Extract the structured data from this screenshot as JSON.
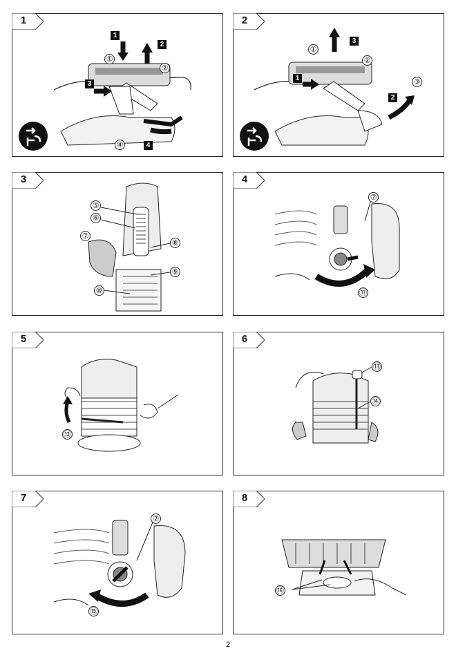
{
  "panels": [
    {
      "number": "1",
      "steps": [
        "1",
        "2",
        "3",
        "4"
      ],
      "callouts": [
        "①",
        "②",
        "④"
      ]
    },
    {
      "number": "2",
      "steps": [
        "1",
        "2",
        "3"
      ],
      "callouts": [
        "①",
        "②",
        "③"
      ]
    },
    {
      "number": "3",
      "callouts": [
        "⑤",
        "⑥",
        "⑦",
        "⑧",
        "⑨",
        "⑩"
      ]
    },
    {
      "number": "4",
      "callouts": [
        "⑦",
        "⑪"
      ]
    },
    {
      "number": "5",
      "callouts": [
        "⑫"
      ]
    },
    {
      "number": "6",
      "callouts": [
        "⑬",
        "⑭"
      ]
    },
    {
      "number": "7",
      "callouts": [
        "⑦",
        "⑮"
      ]
    },
    {
      "number": "8",
      "callouts": [
        "⑯"
      ]
    }
  ],
  "icons": [
    "unplug-icon",
    "unplug-icon"
  ],
  "page_number": "2",
  "colors": {
    "line": "#2a2a2a",
    "fill": "#111111",
    "paper": "#ffffff"
  }
}
